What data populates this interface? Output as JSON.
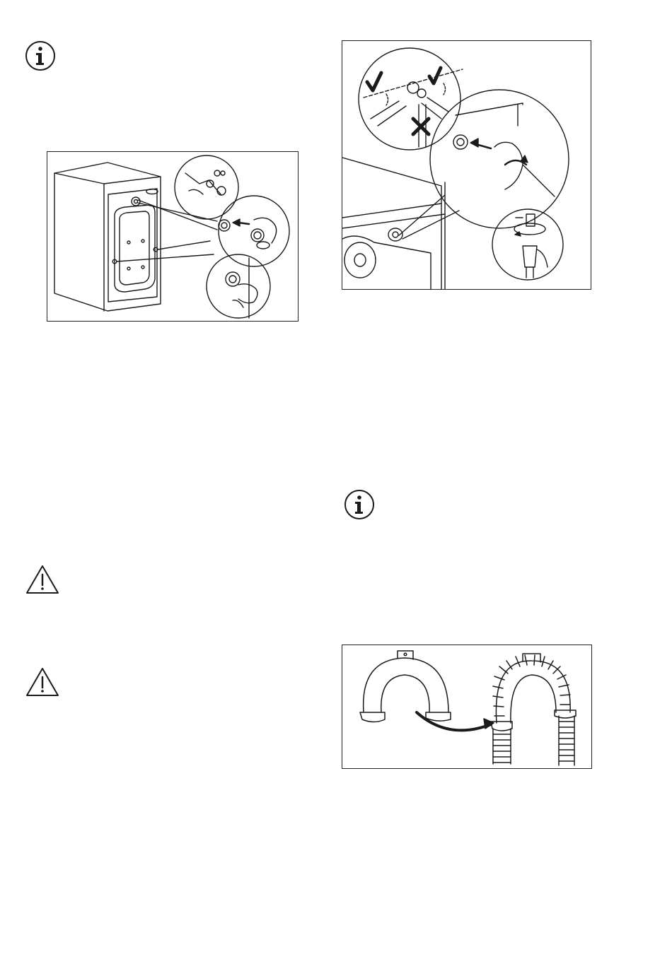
{
  "icons": {
    "info_top_left": "info-icon",
    "warning_1": "warning-triangle-icon",
    "warning_2": "warning-triangle-icon",
    "info_right": "info-icon"
  },
  "illustrations": {
    "fig1": "washing-machine-back-water-inlet-filters",
    "fig2": "inlet-hose-tap-connection-angles",
    "fig3": "drain-hose-u-piece-guide"
  },
  "colors": {
    "ink": "#1a1a1a",
    "paper": "#ffffff"
  }
}
